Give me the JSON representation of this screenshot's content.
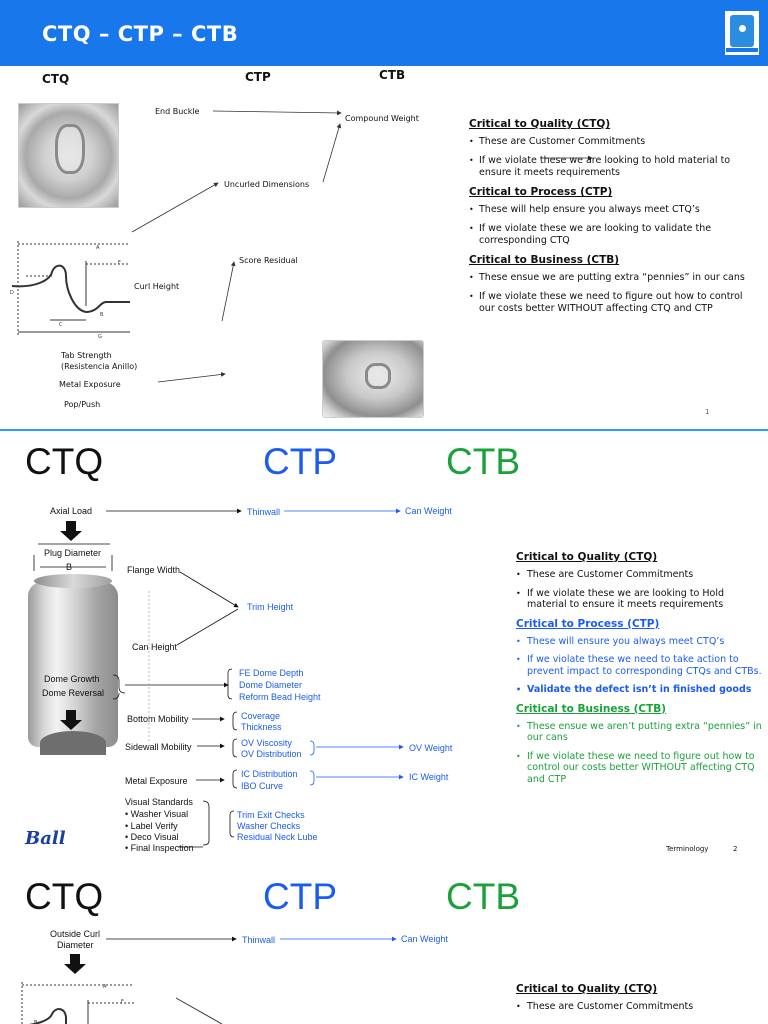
{
  "slide1": {
    "title": "CTQ – CTP – CTB",
    "columns": {
      "ctq": "CTQ",
      "ctp": "CTP",
      "ctb": "CTB"
    },
    "labels": {
      "end_buckle": "End Buckle",
      "compound_weight": "Compound Weight",
      "uncurled_dimensions": "Uncurled Dimensions",
      "score_residual": "Score Residual",
      "curl_height": "Curl Height",
      "tab_strength": "Tab Strength",
      "tab_strength_sub": "(Resistencia Anillo)",
      "metal_exposure": "Metal Exposure",
      "pop_push": "Pop/Push"
    },
    "diagram_letters": {
      "a": "A",
      "f": "F",
      "d": "D",
      "c": "C",
      "g": "G",
      "b": "B"
    },
    "notes": {
      "ctq_head": "Critical to Quality (CTQ)",
      "ctq_1": "These are Customer Commitments",
      "ctq_2": "If we violate these we are looking to hold material to ensure it meets requirements",
      "ctp_head": "Critical to Process (CTP)",
      "ctp_1": "These will help ensure you always meet CTQ’s",
      "ctp_2": "If we violate these we are looking to validate the corresponding CTQ",
      "ctb_head": "Critical to Business (CTB)",
      "ctb_1": "These ensue we are putting extra “pennies” in our cans",
      "ctb_2": "If we violate these we need to figure out how to control our costs better WITHOUT affecting CTQ and CTP"
    },
    "page": "1"
  },
  "slide2": {
    "columns": {
      "ctq": "CTQ",
      "ctp": "CTP",
      "ctb": "CTB"
    },
    "labels": {
      "axial_load": "Axial Load",
      "thinwall": "Thinwall",
      "can_weight": "Can Weight",
      "plug_diameter": "Plug Diameter",
      "b": "B",
      "flange_width": "Flange Width",
      "trim_height": "Trim Height",
      "can_height": "Can Height",
      "dome_growth": "Dome Growth",
      "dome_reversal": "Dome Reversal",
      "fe_dome_depth": "FE Dome Depth",
      "dome_diameter": "Dome Diameter",
      "reform_bead_height": "Reform Bead Height",
      "bottom_mobility": "Bottom Mobility",
      "coverage": "Coverage",
      "thickness": "Thickness",
      "sidewall_mobility": "Sidewall Mobility",
      "ov_viscosity": "OV Viscosity",
      "ov_distribution": "OV Distribution",
      "ov_weight": "OV Weight",
      "metal_exposure": "Metal Exposure",
      "ic_distribution": "IC Distribution",
      "ibo_curve": "IBO Curve",
      "ic_weight": "IC Weight",
      "visual_standards": "Visual Standards",
      "washer_visual": "Washer Visual",
      "label_verify": "Label Verify",
      "deco_visual": "Deco Visual",
      "final_inspection": "Final Inspection",
      "trim_exit_checks": "Trim Exit Checks",
      "washer_checks": "Washer Checks",
      "residual_neck_lube": "Residual Neck Lube"
    },
    "notes": {
      "ctq_head": "Critical to Quality (CTQ)",
      "ctq_1": "These are Customer Commitments",
      "ctq_2": "If we violate these we are looking to Hold material to ensure it meets requirements",
      "ctp_head": "Critical to Process (CTP)",
      "ctp_1": "These will ensure you always meet CTQ’s",
      "ctp_2": "If we violate these we need to take action to prevent impact to  corresponding CTQs and CTBs.",
      "ctp_3": "Validate the defect isn’t in finished goods",
      "ctb_head": "Critical to Business (CTB)",
      "ctb_1": "These ensue we aren’t putting extra “pennies” in our cans",
      "ctb_2": "If we violate these we need to figure out how to control our costs better WITHOUT affecting CTQ and CTP"
    },
    "footer_label": "Terminology",
    "page": "2",
    "logo_text": "Ball"
  },
  "slide3": {
    "columns": {
      "ctq": "CTQ",
      "ctp": "CTP",
      "ctb": "CTB"
    },
    "labels": {
      "outside_curl_diameter_1": "Outside Curl",
      "outside_curl_diameter_2": "Diameter",
      "thinwall": "Thinwall",
      "can_weight": "Can Weight"
    },
    "diagram_letters": {
      "a": "A",
      "f": "F",
      "b": "B"
    },
    "notes": {
      "ctq_head": "Critical to Quality (CTQ)",
      "ctq_1": "These are Customer Commitments"
    }
  },
  "colors": {
    "header_blue": "#1877ea",
    "ctp_blue": "#1b5cf0",
    "ctb_green": "#1aa13a",
    "separator": "#2aa4e6"
  }
}
